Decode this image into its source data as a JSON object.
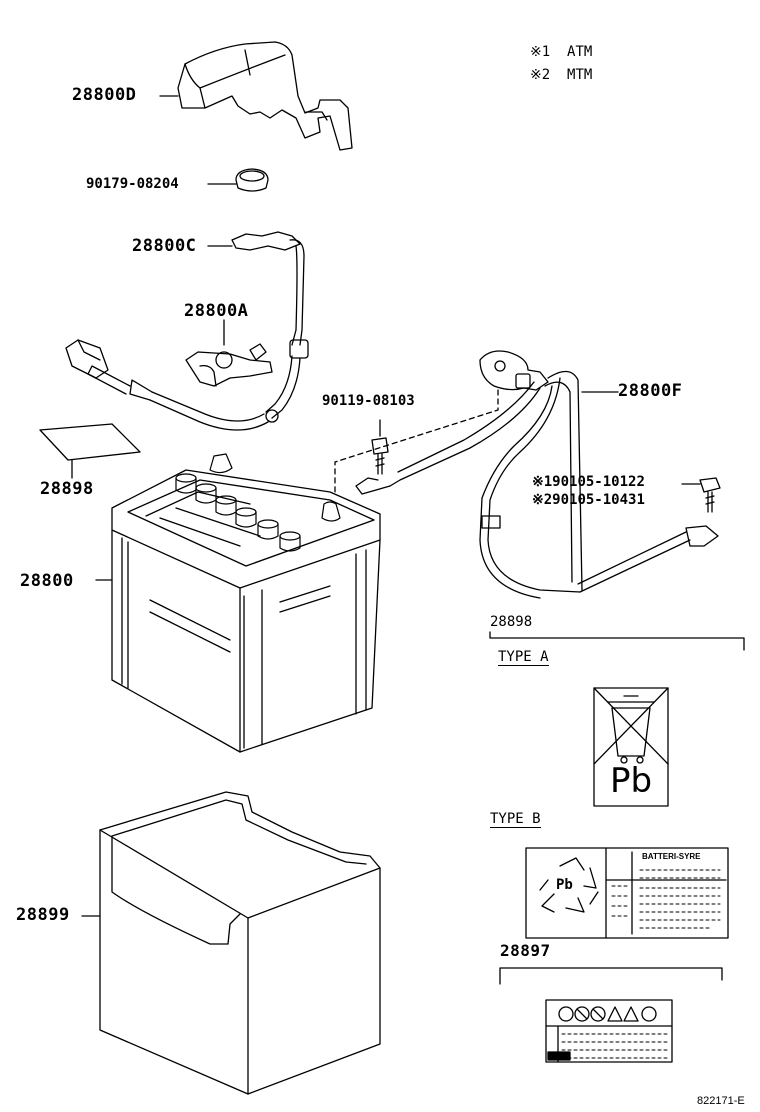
{
  "legend": {
    "note1_mark": "※1",
    "note1_text": "ATM",
    "note2_mark": "※2",
    "note2_text": "MTM"
  },
  "parts": {
    "cover": "28800D",
    "clip": "90179-08204",
    "cable_c": "28800C",
    "terminal_a": "28800A",
    "bolt": "90119-08103",
    "cable_f": "28800F",
    "bolt_atm": "※190105-10122",
    "bolt_mtm": "※290105-10431",
    "label_pad": "28898",
    "battery": "28800",
    "tray": "28899"
  },
  "labels": {
    "group_28898": "28898",
    "type_a": "TYPE A",
    "type_b": "TYPE B",
    "group_28897": "28897",
    "pb": "Pb",
    "recycle_pb": "Pb",
    "battery_label_title": "BATTERI-SYRE"
  },
  "footer": {
    "figure_code": "822171-E"
  }
}
